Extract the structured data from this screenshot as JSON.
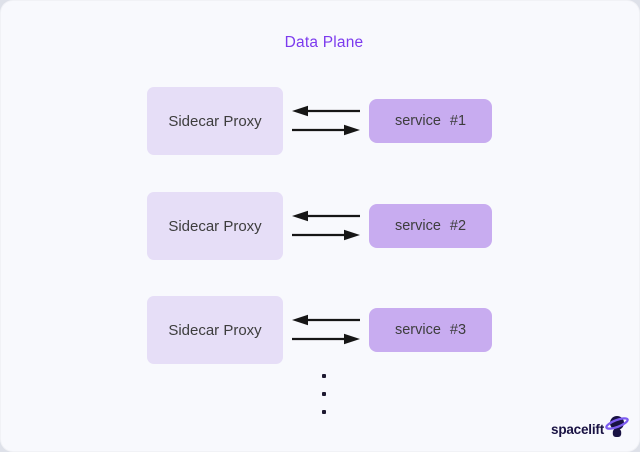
{
  "title": "Data Plane",
  "rows": [
    {
      "proxy_label": "Sidecar Proxy",
      "service_label": "service #1"
    },
    {
      "proxy_label": "Sidecar Proxy",
      "service_label": "service #2"
    },
    {
      "proxy_label": "Sidecar Proxy",
      "service_label": "service #3"
    }
  ],
  "continuation": {
    "dot_count": 3
  },
  "footer": {
    "brand": "spacelift"
  },
  "icons": {
    "row_arrows": [
      "arrow-left",
      "arrow-right"
    ],
    "brand_icon": "spacelift-astronaut-saturn-ring"
  },
  "colors": {
    "canvas_bg": "#f8f9fd",
    "outer_bg": "#dee1e9",
    "title_text": "#7c3bee",
    "proxy_box_bg": "#e6def7",
    "service_box_bg": "#c8acf0",
    "box_text": "#3d3d3d",
    "arrow": "#161616",
    "dot": "#1e1930",
    "brand_text": "#191243",
    "ring": "#7b5bf0"
  }
}
